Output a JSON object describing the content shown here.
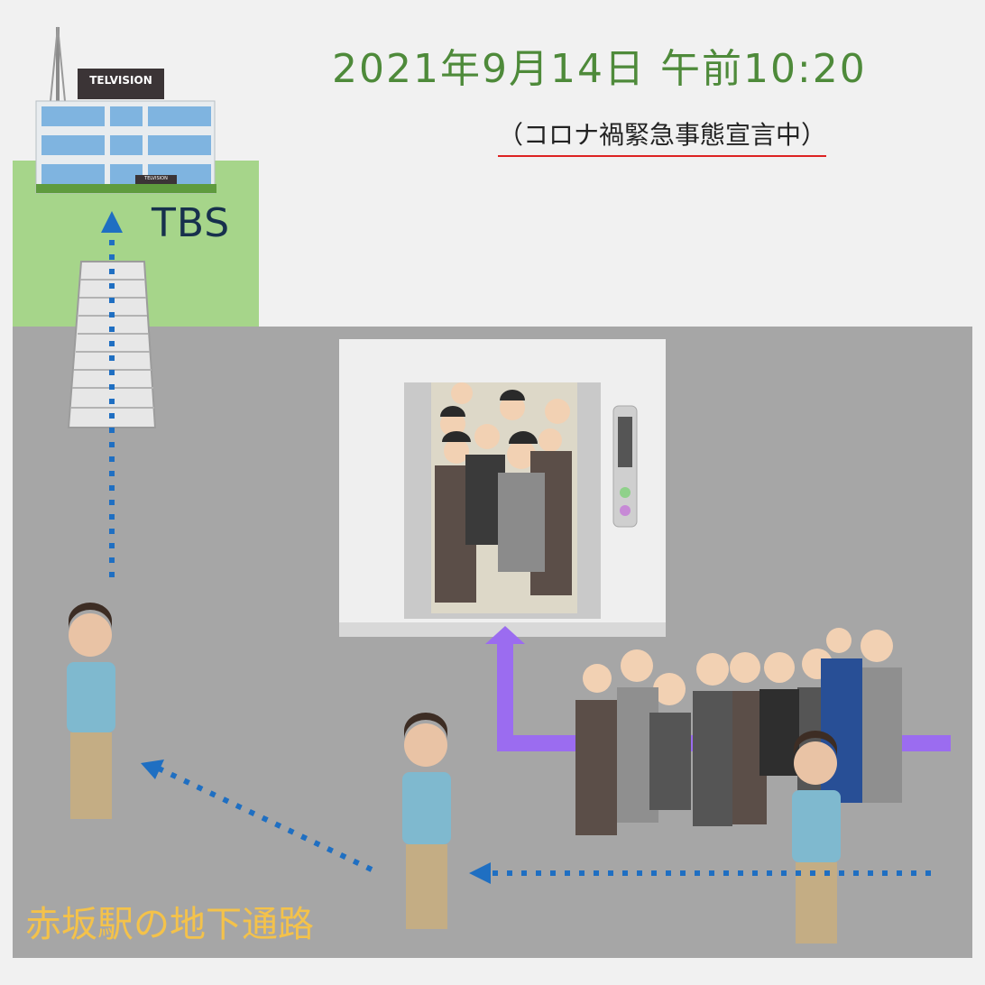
{
  "header": {
    "datetime": "2021年9月14日 午前10:20",
    "note": "（コロナ禍緊急事態宣言中）"
  },
  "building": {
    "sign_main": "TELVISION",
    "sign_small": "TELVISION",
    "label": "TBS"
  },
  "location": {
    "label": "赤坂駅の地下通路"
  },
  "colors": {
    "date_text": "#4e8a3a",
    "underline": "#d22222",
    "green_area": "#a6d58a",
    "passage": "#a6a6a6",
    "station_label": "#f4c24a",
    "path_blue": "#1f6fc2",
    "queue_line": "#9b6cf0"
  }
}
